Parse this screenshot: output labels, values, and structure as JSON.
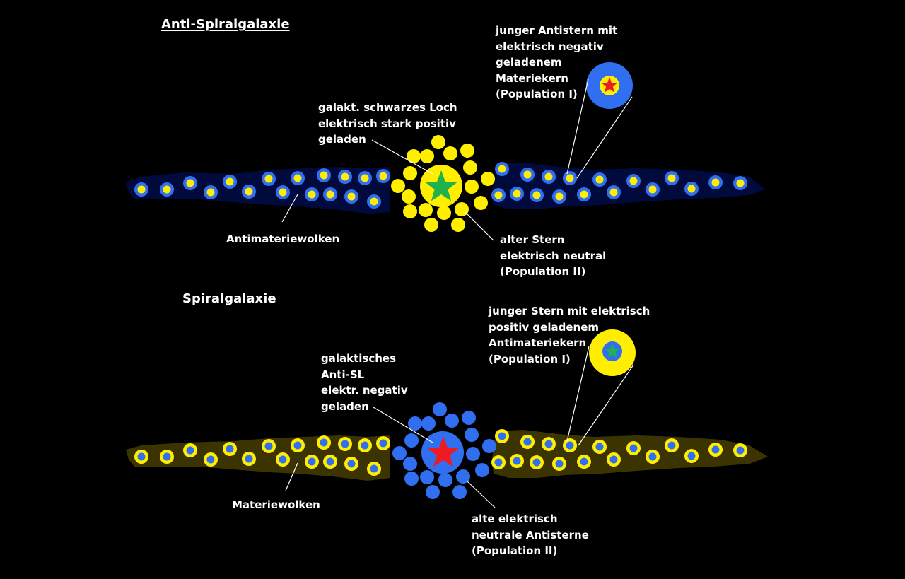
{
  "colors": {
    "background": "#000000",
    "blue": "#2F6FF0",
    "yellow": "#FFEE00",
    "green": "#22B14C",
    "red": "#ED1C24",
    "anti_cloud": "#000A3C",
    "matter_cloud": "#3C3400",
    "pointer_line": "#FFFFFF"
  },
  "top": {
    "title": "Anti-Spiralgalaxie",
    "labels": {
      "young_star": "junger Antistern mit\nelektrisch negativ\ngeladenem\nMateriekern\n(Population I)",
      "black_hole": "galakt. schwarzes Loch\nelektrisch stark positiv\ngeladen",
      "clouds": "Antimateriewolken",
      "old_star": "alter Stern\nelektrisch neutral\n(Population II)"
    }
  },
  "bottom": {
    "title": "Spiralgalaxie",
    "labels": {
      "young_star": "junger Stern mit elektrisch\npositiv geladenem\nAntimateriekern\n(Population I)",
      "black_hole": "galaktisches\nAnti-SL\nelektr. negativ\ngeladen",
      "clouds": "Materiewolken",
      "old_star": "alte elektrisch\nneutrale Antisterne\n(Population II)"
    }
  },
  "icons": {
    "core_star_top": "five-point-star",
    "core_star_bottom": "five-point-star"
  }
}
